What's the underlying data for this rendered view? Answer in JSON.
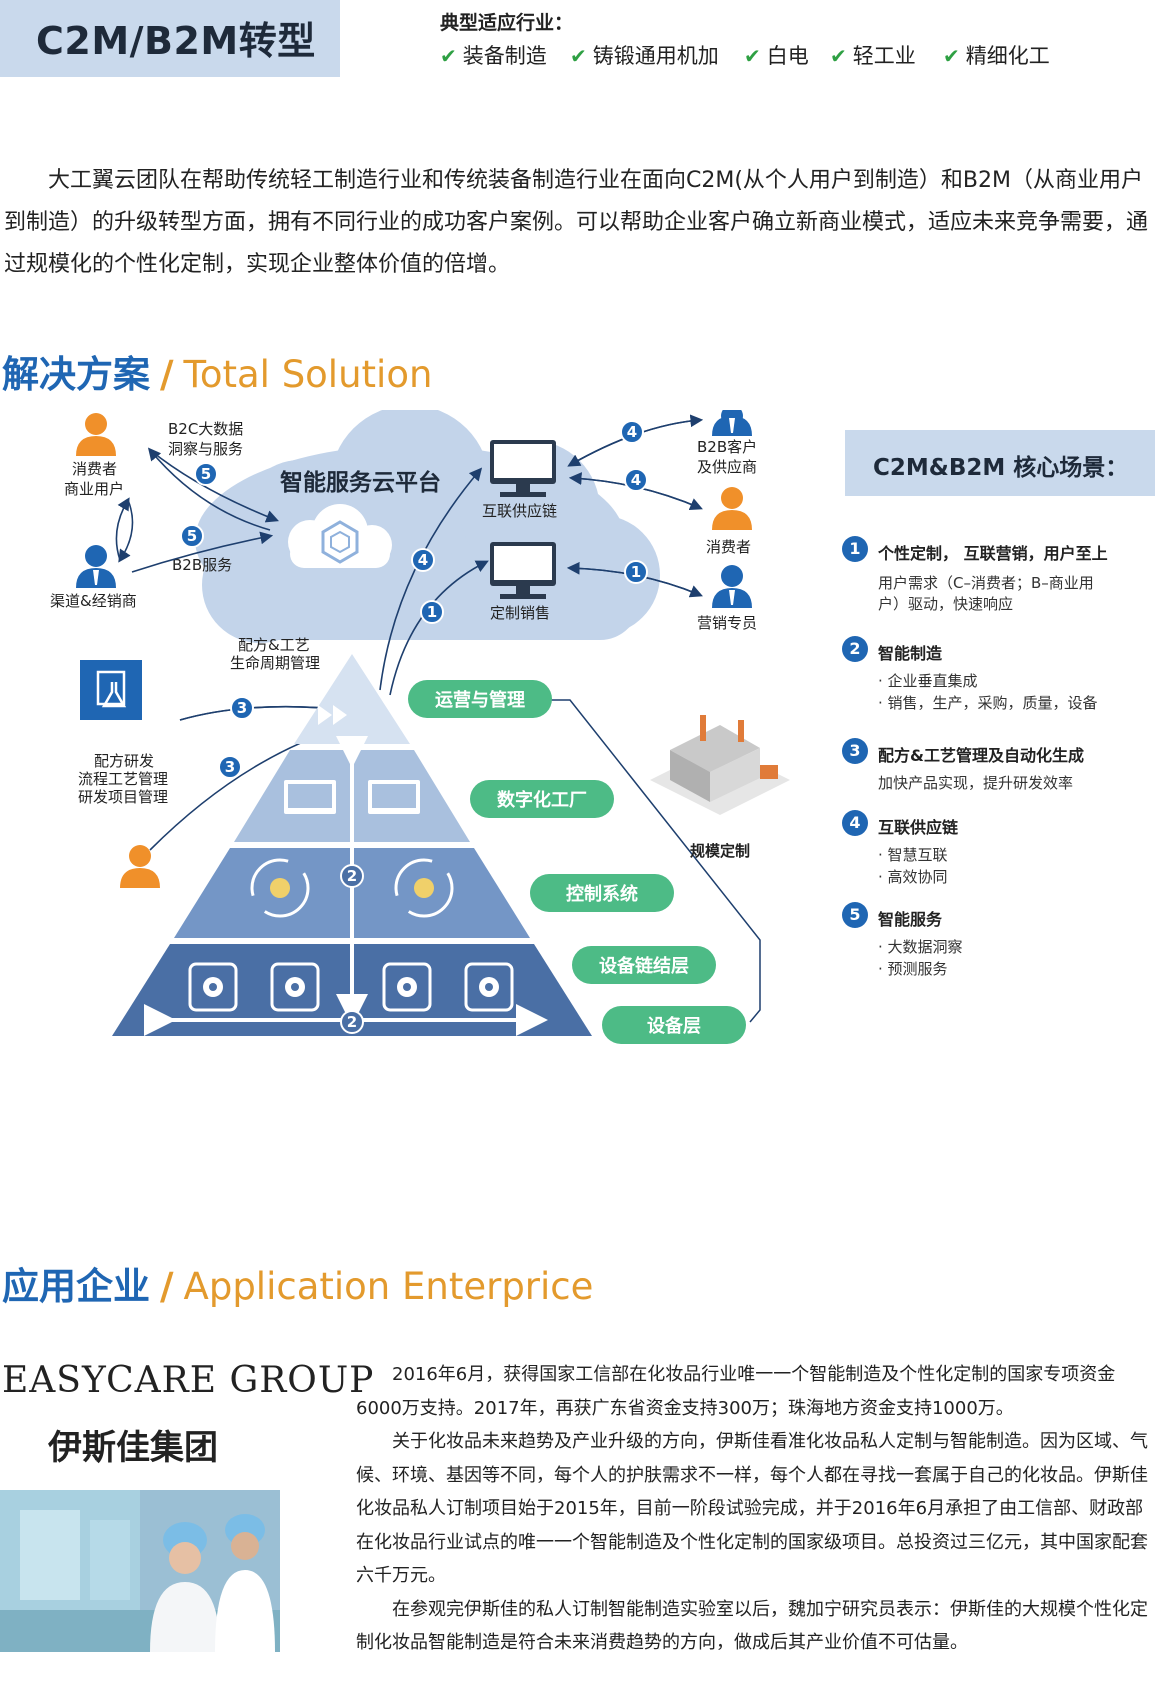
{
  "header": {
    "title": "C2M/B2M转型",
    "industries_label": "典型适应行业：",
    "industries": [
      "装备制造",
      "铸锻通用机加",
      "白电",
      "轻工业",
      "精细化工"
    ]
  },
  "intro": "大工翼云团队在帮助传统轻工制造行业和传统装备制造行业在面向C2M(从个人用户到制造）和B2M（从商业用户到制造）的升级转型方面，拥有不同行业的成功客户案例。可以帮助企业客户确立新商业模式，适应未来竞争需要，通过规模化的个性化定制，实现企业整体价值的倍增。",
  "solution": {
    "heading_cn": "解决方案",
    "slash": "/",
    "heading_en": "Total Solution",
    "diagram": {
      "cloud_title": "智能服务云平台",
      "supply_chain": "互联供应链",
      "custom_sales": "定制销售",
      "b2c_label_1": "B2C大数据",
      "b2c_label_2": "洞察与服务",
      "b2b_service": "B2B服务",
      "consumer_business_1": "消费者",
      "consumer_business_2": "商业用户",
      "channel": "渠道&经销商",
      "b2b_customer_1": "B2B客户",
      "b2b_customer_2": "及供应商",
      "consumer": "消费者",
      "marketing": "营销专员",
      "formula_lifecycle_1": "配方&工艺",
      "formula_lifecycle_2": "生命周期管理",
      "rd_1": "配方研发",
      "rd_2": "流程工艺管理",
      "rd_3": "研发项目管理",
      "scale_custom": "规模定制",
      "layers": [
        "运营与管理",
        "数字化工厂",
        "控制系统",
        "设备链结层",
        "设备层"
      ],
      "nums": {
        "n1": "1",
        "n2": "2",
        "n3": "3",
        "n4": "4",
        "n5": "5"
      }
    },
    "core_title": "C2M&B2M 核心场景：",
    "scenarios": [
      {
        "num": "1",
        "title": "个性定制， 互联营销，用户至上",
        "lines": [
          "用户需求（C–消费者；B–商业用",
          "户）驱动，快速响应"
        ]
      },
      {
        "num": "2",
        "title": "智能制造",
        "lines": [
          "· 企业垂直集成",
          "· 销售，生产，采购，质量，设备"
        ]
      },
      {
        "num": "3",
        "title": "配方&工艺管理及自动化生成",
        "lines": [
          "加快产品实现，提升研发效率"
        ]
      },
      {
        "num": "4",
        "title": "互联供应链",
        "lines": [
          "· 智慧互联",
          "· 高效协同"
        ]
      },
      {
        "num": "5",
        "title": "智能服务",
        "lines": [
          "· 大数据洞察",
          "· 预测服务"
        ]
      }
    ]
  },
  "enterprise": {
    "heading_cn": "应用企业",
    "slash": "/",
    "heading_en": "Application Enterprice",
    "logo_text": "EASYCARE GROUP",
    "name_cn": "伊斯佳集团",
    "paragraphs": [
      "2016年6月，获得国家工信部在化妆品行业唯一一个智能制造及个性化定制的国家专项资金6000万支持。2017年，再获广东省资金支持300万；珠海地方资金支持1000万。",
      "关于化妆品未来趋势及产业升级的方向，伊斯佳看准化妆品私人定制与智能制造。因为区域、气候、环境、基因等不同，每个人的护肤需求不一样，每个人都在寻找一套属于自己的化妆品。伊斯佳化妆品私人订制项目始于2015年，目前一阶段试验完成，并于2016年6月承担了由工信部、财政部在化妆品行业试点的唯一一个智能制造及个性化定制的国家级项目。总投资过三亿元，其中国家配套六千万元。",
      "在参观完伊斯佳的私人订制智能制造实验室以后，魏加宁研究员表示：伊斯佳的大规模个性化定制化妆品智能制造是符合未来消费趋势的方向，做成后其产业价值不可估量。"
    ]
  },
  "colors": {
    "blue": "#1f66b3",
    "orange": "#e39a2d",
    "green": "#2ea043",
    "light_blue": "#c9d9ec",
    "cloud": "#c3d4ea"
  }
}
